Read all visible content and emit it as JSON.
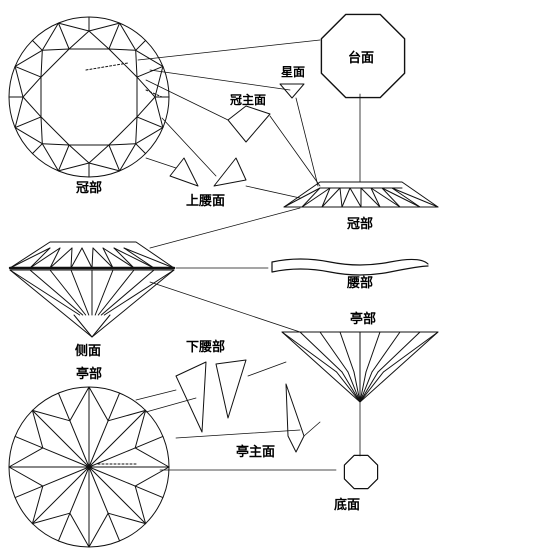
{
  "diagram": {
    "labels": {
      "crown_top_view": "冠部",
      "table_facet": "台面",
      "star_facet": "星面",
      "crown_main_facet": "冠主面",
      "upper_girdle_facet": "上腰面",
      "crown_side": "冠部",
      "girdle": "腰部",
      "side_view": "侧面",
      "pavilion_side": "亭部",
      "lower_girdle_facet": "下腰部",
      "pavilion_top_view": "亭部",
      "pavilion_main_facet": "亭主面",
      "culet": "底面"
    },
    "colors": {
      "line": "#111111",
      "background": "#ffffff"
    }
  }
}
